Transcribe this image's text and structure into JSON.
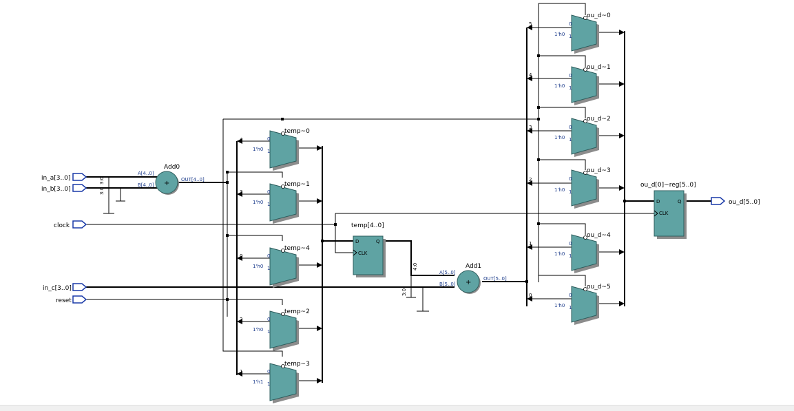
{
  "ports": {
    "in_a": "in_a[3..0]",
    "in_b": "in_b[3..0]",
    "clock": "clock",
    "in_c": "in_c[3..0]",
    "reset": "reset",
    "ou_d": "ou_d[5..0]"
  },
  "add0": {
    "name": "Add0",
    "a": "A[4..0]",
    "b": "B[4..0]",
    "out": "OUT[4..0]",
    "op": "+"
  },
  "add1": {
    "name": "Add1",
    "a": "A[5..0]",
    "b": "B[5..0]",
    "out": "OUT[5..0]",
    "op": "+"
  },
  "temp_reg": {
    "name": "temp[4..0]",
    "d": "D",
    "q": "Q",
    "clk": "CLK"
  },
  "out_reg": {
    "name": "ou_d[0]~reg[5..0]",
    "d": "D",
    "q": "Q",
    "clk": "CLK"
  },
  "bus_labels": {
    "a_tap": "3:0",
    "b_tap": "3:0",
    "temp_tap": "4:0",
    "c_tap": "3:0"
  },
  "temp_muxes": [
    {
      "name": "temp~0",
      "sel": "4",
      "d0": "0",
      "d1": "1",
      "const": "1'h0"
    },
    {
      "name": "temp~1",
      "sel": "3",
      "d0": "0",
      "d1": "1",
      "const": "1'h0"
    },
    {
      "name": "temp~4",
      "sel": "0",
      "d0": "0",
      "d1": "1",
      "const": "1'h0"
    },
    {
      "name": "temp~2",
      "sel": "2",
      "d0": "0",
      "d1": "1",
      "const": "1'h0"
    },
    {
      "name": "temp~3",
      "sel": "1",
      "d0": "0",
      "d1": "1",
      "const": "1'h1"
    }
  ],
  "out_muxes": [
    {
      "name": "ou_d~0",
      "sel": "5",
      "d0": "0",
      "d1": "1",
      "const": "1'h0"
    },
    {
      "name": "ou_d~1",
      "sel": "4",
      "d0": "0",
      "d1": "1",
      "const": "1'h0"
    },
    {
      "name": "ou_d~2",
      "sel": "3",
      "d0": "0",
      "d1": "1",
      "const": "1'h0"
    },
    {
      "name": "ou_d~3",
      "sel": "2",
      "d0": "0",
      "d1": "1",
      "const": "1'h0"
    },
    {
      "name": "ou_d~4",
      "sel": "1",
      "d0": "0",
      "d1": "1",
      "const": "1'h0"
    },
    {
      "name": "ou_d~5",
      "sel": "0",
      "d0": "0",
      "d1": "1",
      "const": "1'h0"
    }
  ],
  "colors": {
    "component_fill": "#5fa3a3",
    "shadow": "#8c8c8c",
    "wire": "#000000",
    "port_fill": "#ffffff",
    "port_stroke": "#1a3aa8",
    "pin_text": "#1a3a8a"
  }
}
